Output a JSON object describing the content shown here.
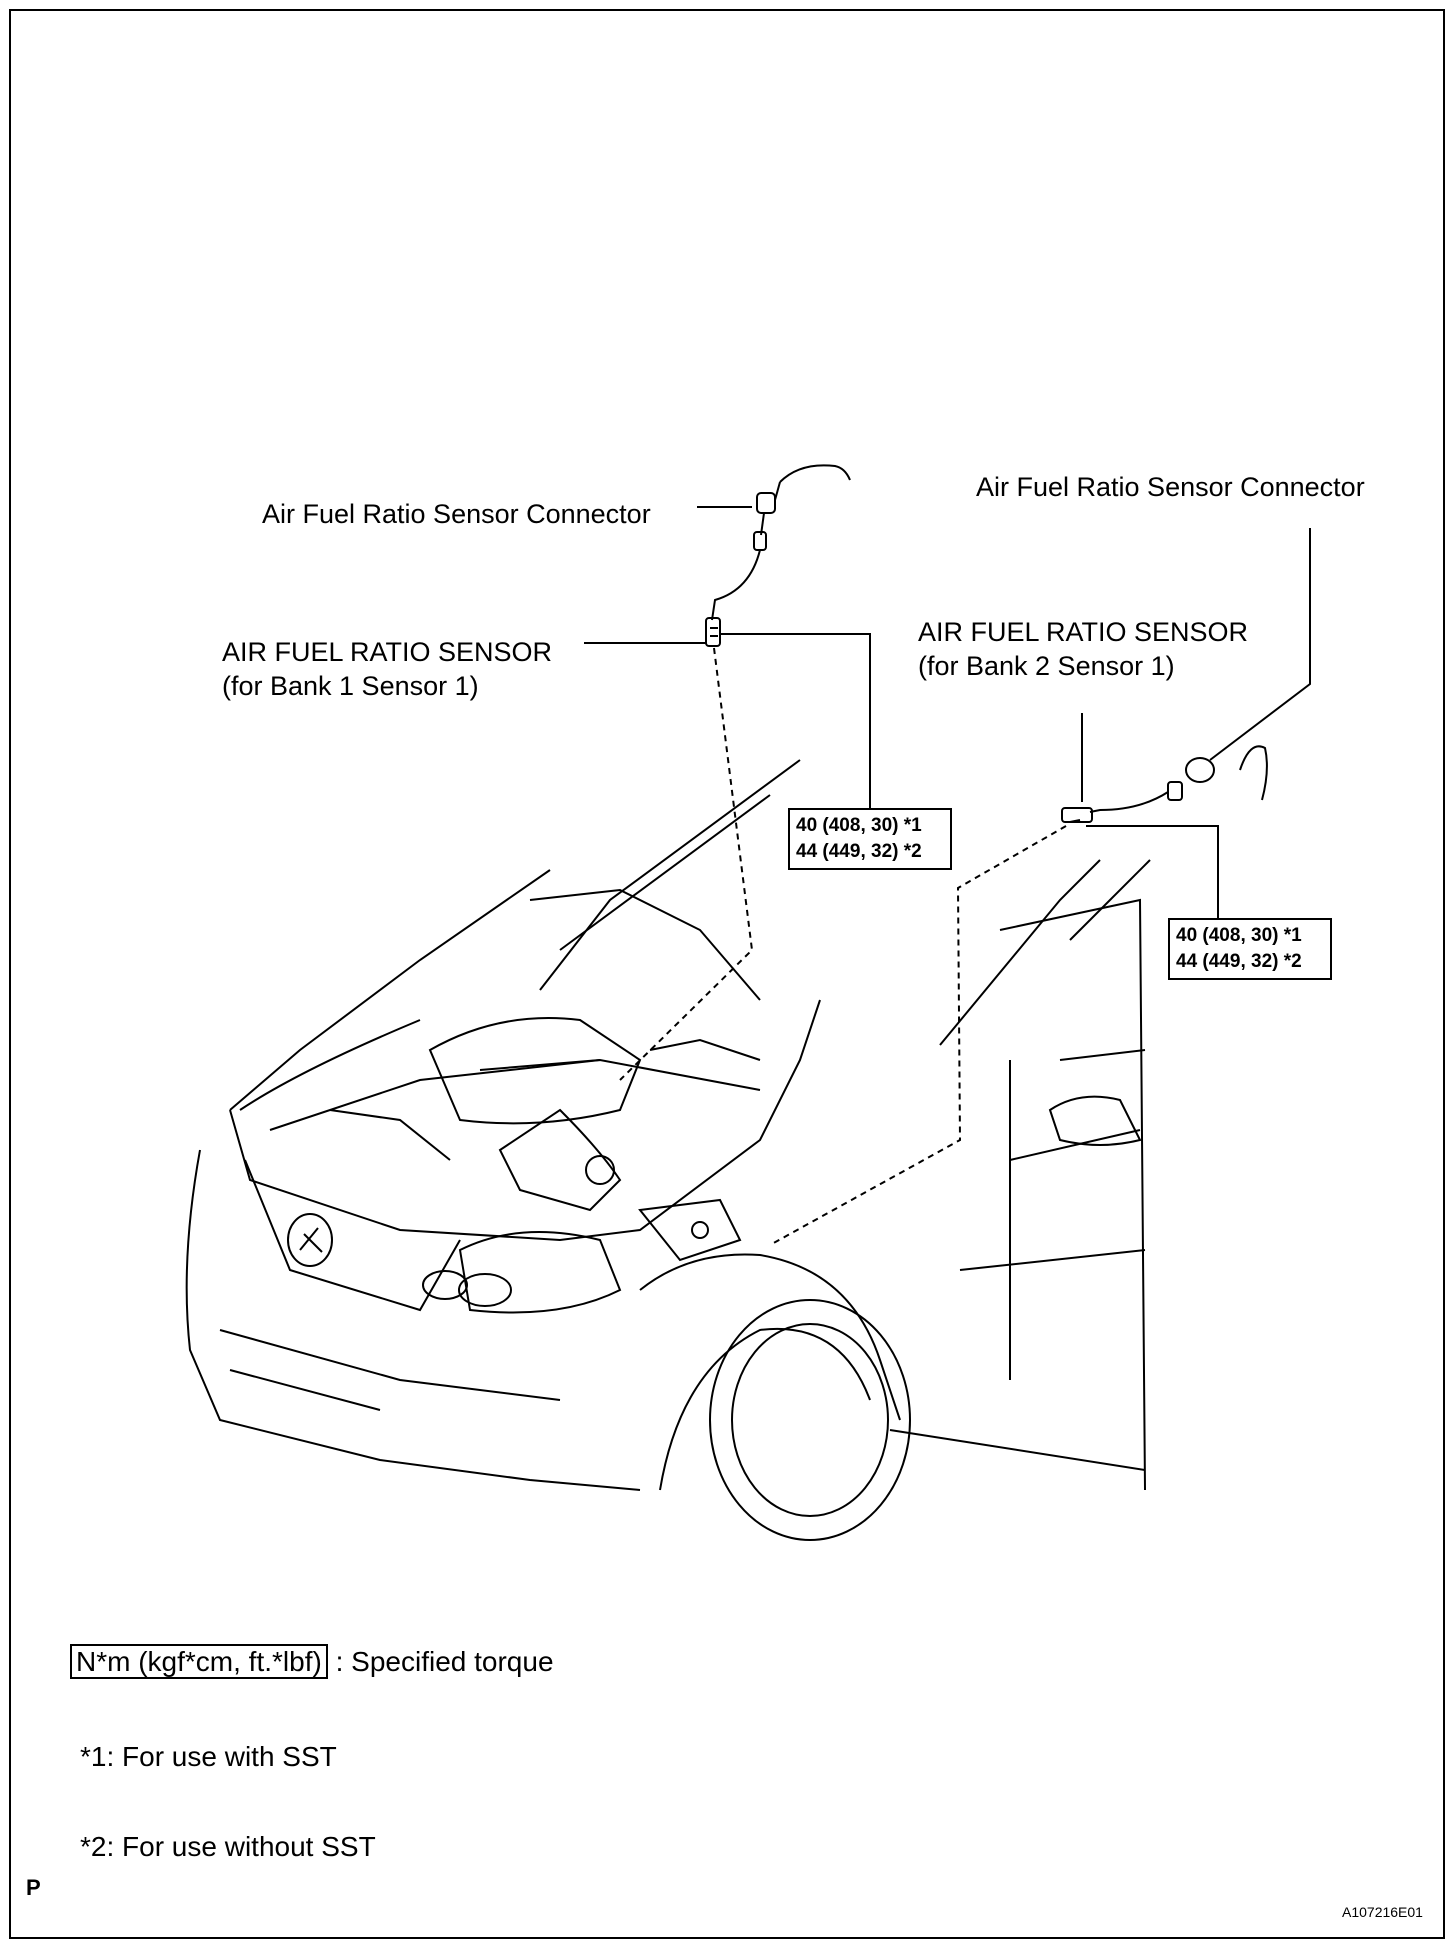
{
  "labels": {
    "connector_b1": "Air Fuel Ratio Sensor Connector",
    "connector_b2": "Air Fuel Ratio Sensor Connector",
    "sensor_b1_line1": "AIR FUEL RATIO SENSOR",
    "sensor_b1_line2": "(for Bank 1 Sensor 1)",
    "sensor_b2_line1": "AIR FUEL RATIO SENSOR",
    "sensor_b2_line2": "(for Bank 2 Sensor 1)"
  },
  "torque": {
    "b1_line1": "40 (408, 30) *1",
    "b1_line2": "44 (449, 32) *2",
    "b2_line1": "40 (408, 30) *1",
    "b2_line2": "44 (449, 32) *2"
  },
  "legend": {
    "unit_box": "N*m (kgf*cm, ft.*lbf)",
    "unit_text": ": Specified torque",
    "note1": "*1: For use with SST",
    "note2": "*2: For use without SST"
  },
  "corner": {
    "left": "P",
    "right": "A107216E01"
  }
}
